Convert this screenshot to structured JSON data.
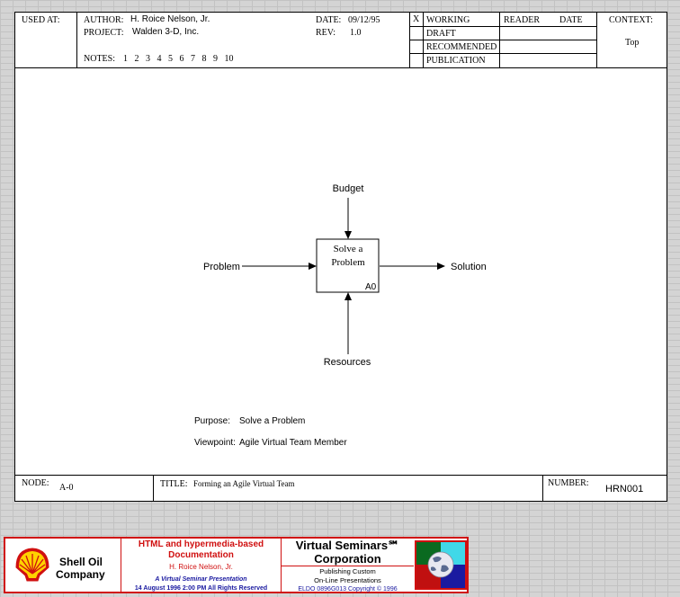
{
  "header": {
    "used_at_label": "USED AT:",
    "author_label": "AUTHOR:",
    "author_value": "H. Roice Nelson, Jr.",
    "project_label": "PROJECT:",
    "project_value": "Walden 3-D, Inc.",
    "date_label": "DATE:",
    "date_value": "09/12/95",
    "rev_label": "REV:",
    "rev_value": "1.0",
    "notes_label": "NOTES:",
    "notes_numbers": "1 2 3 4 5 6 7 8 9 10",
    "status_mark": "X",
    "status_items": [
      "WORKING",
      "DRAFT",
      "RECOMMENDED",
      "PUBLICATION"
    ],
    "reader_label": "READER",
    "reader_date_label": "DATE",
    "context_label": "CONTEXT:",
    "context_value": "Top"
  },
  "diagram": {
    "box_title_line1": "Solve a",
    "box_title_line2": "Problem",
    "box_id": "A0",
    "input_label": "Problem",
    "output_label": "Solution",
    "control_label": "Budget",
    "mechanism_label": "Resources"
  },
  "purpose": {
    "purpose_label": "Purpose:",
    "purpose_value": "Solve a Problem",
    "viewpoint_label": "Viewpoint:",
    "viewpoint_value": "Agile Virtual Team Member"
  },
  "footer": {
    "node_label": "NODE:",
    "node_value": "A-0",
    "title_label": "TITLE:",
    "title_value": "Forming an Agile Virtual Team",
    "number_label": "NUMBER:",
    "number_value": "HRN001"
  },
  "banner": {
    "company_line1": "Shell Oil",
    "company_line2": "Company",
    "doc_title_line1": "HTML and hypermedia-based",
    "doc_title_line2": "Documentation",
    "doc_author": "H. Roice Nelson, Jr.",
    "seminar_line": "A Virtual Seminar Presentation",
    "date_line": "14 August 1996 2:00 PM  All Rights Reserved",
    "vs_title_line1": "Virtual Seminars℠",
    "vs_title_line2": "Corporation",
    "vs_sub_line1": "Publishing Custom",
    "vs_sub_line2": "On-Line Presentations",
    "vs_copyright": "ELDO 0896G013 Copyright © 1996",
    "colors": {
      "red": "#d01010",
      "blue": "#1a1aa0",
      "yellow": "#ffd200",
      "cyan": "#40d8e8",
      "green": "#0a6a20"
    }
  }
}
